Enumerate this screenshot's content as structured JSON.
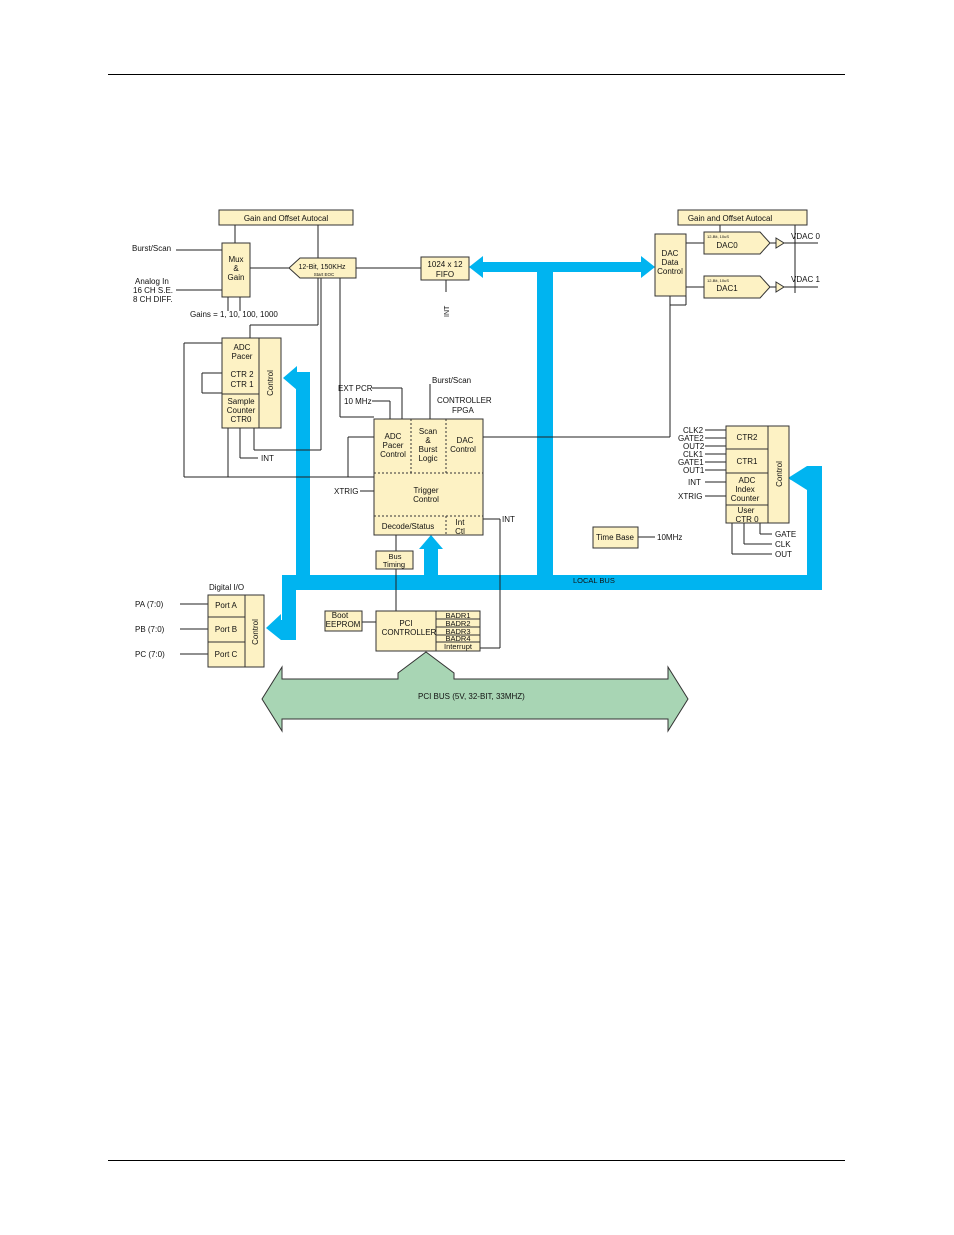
{
  "colors": {
    "block_fill": "#fdf2c4",
    "block_stroke": "#333333",
    "bus_blue": "#00b4f0",
    "pci_bus_green": "#a8d5b4",
    "wire": "#222222"
  },
  "labels": {
    "gain_offset_left": "Gain and Offset Autocal",
    "gain_offset_right": "Gain and Offset Autocal",
    "burst_scan_left": "Burst/Scan",
    "analog_in_1": "Analog In",
    "analog_in_2": "16 CH S.E.",
    "analog_in_3": "8 CH DIFF.",
    "gains": "Gains = 1, 10, 100, 1000",
    "mux_1": "Mux",
    "mux_2": "&",
    "mux_3": "Gain",
    "adc_1": "12-Bit, 150KHz",
    "adc_2": "Start EOC",
    "fifo_1": "1024 x 12",
    "fifo_2": "FIFO",
    "fifo_int": "INT",
    "dac_ctrl_1": "DAC",
    "dac_ctrl_2": "Data",
    "dac_ctrl_3": "Control",
    "dac0_small": "12-Bit, 10uS",
    "dac0": "DAC0",
    "dac1_small": "12-Bit, 10uS",
    "dac1": "DAC1",
    "vdac0": "VDAC 0",
    "vdac1": "VDAC 1",
    "pacer_1": "ADC",
    "pacer_2": "Pacer",
    "ctr2": "CTR 2",
    "ctr1": "CTR 1",
    "sample_1": "Sample",
    "sample_2": "Counter",
    "sample_3": "CTR0",
    "pacer_control": "Control",
    "int_left": "INT",
    "ext_pcr": "EXT PCR",
    "ten_mhz_in": "10 MHz",
    "burst_scan_mid": "Burst/Scan",
    "controller_1": "CONTROLLER",
    "controller_2": "FPGA",
    "fpga_adc_1": "ADC",
    "fpga_adc_2": "Pacer",
    "fpga_adc_3": "Control",
    "fpga_scan_1": "Scan",
    "fpga_scan_2": "&",
    "fpga_scan_3": "Burst",
    "fpga_scan_4": "Logic",
    "fpga_dac_1": "DAC",
    "fpga_dac_2": "Control",
    "trigger_1": "Trigger",
    "trigger_2": "Control",
    "decode_status": "Decode/Status",
    "int_ctl_1": "Int",
    "int_ctl_2": "Ctl",
    "int_fpga": "INT",
    "xtrig_left": "XTRIG",
    "bus_timing_1": "Bus",
    "bus_timing_2": "Timing",
    "clk2": "CLK2",
    "gate2": "GATE2",
    "out2": "OUT2",
    "clk1": "CLK1",
    "gate1": "GATE1",
    "out1": "OUT1",
    "int_right": "INT",
    "xtrig_right": "XTRIG",
    "ctr_block_2": "CTR2",
    "ctr_block_1": "CTR1",
    "adc_index_1": "ADC",
    "adc_index_2": "Index",
    "adc_index_3": "Counter",
    "user_ctr_1": "User",
    "user_ctr_2": "CTR 0",
    "ctr_control": "Control",
    "gate": "GATE",
    "clk": "CLK",
    "out": "OUT",
    "time_base": "Time Base",
    "ten_mhz_out": "10MHz",
    "local_bus": "LOCAL BUS",
    "digital_io": "Digital I/O",
    "pa": "PA (7:0)",
    "pb": "PB (7:0)",
    "pc": "PC (7:0)",
    "port_a": "Port A",
    "port_b": "Port B",
    "port_c": "Port C",
    "dio_control": "Control",
    "boot_1": "Boot",
    "boot_2": "EEPROM",
    "pci_1": "PCI",
    "pci_2": "CONTROLLER",
    "badr1": "BADR1",
    "badr2": "BADR2",
    "badr3": "BADR3",
    "badr4": "BADR4",
    "interrupt": "Interrupt",
    "pci_bus": "PCI BUS (5V, 32-BIT, 33MHZ)"
  }
}
